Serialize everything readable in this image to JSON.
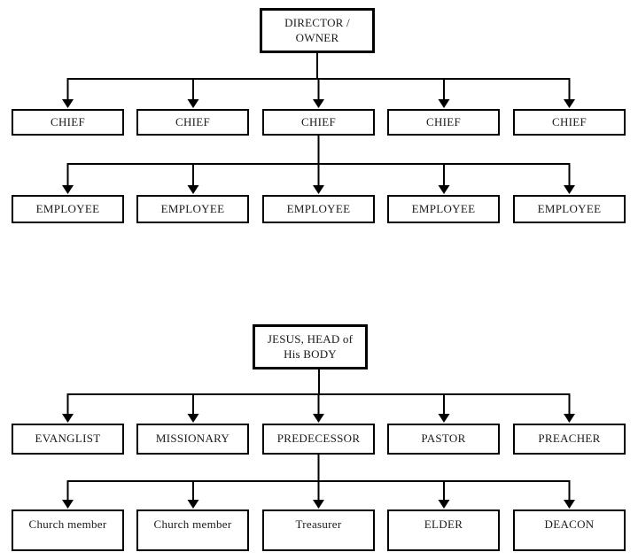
{
  "colors": {
    "line": "#000000",
    "box_border": "#000000",
    "background": "#ffffff",
    "text": "#1a1a1a"
  },
  "charts": [
    {
      "root": {
        "line1": "DIRECTOR /",
        "line2": "OWNER"
      },
      "row1": [
        "CHIEF",
        "CHIEF",
        "CHIEF",
        "CHIEF",
        "CHIEF"
      ],
      "row2": [
        "EMPLOYEE",
        "EMPLOYEE",
        "EMPLOYEE",
        "EMPLOYEE",
        "EMPLOYEE"
      ]
    },
    {
      "root": {
        "line1": "JESUS, HEAD of",
        "line2": "His BODY"
      },
      "row1": [
        "EVANGLIST",
        "MISSIONARY",
        "PREDECESSOR",
        "PASTOR",
        "PREACHER"
      ],
      "row2": [
        "Church member",
        "Church member",
        "Treasurer",
        "ELDER",
        "DEACON"
      ]
    }
  ]
}
